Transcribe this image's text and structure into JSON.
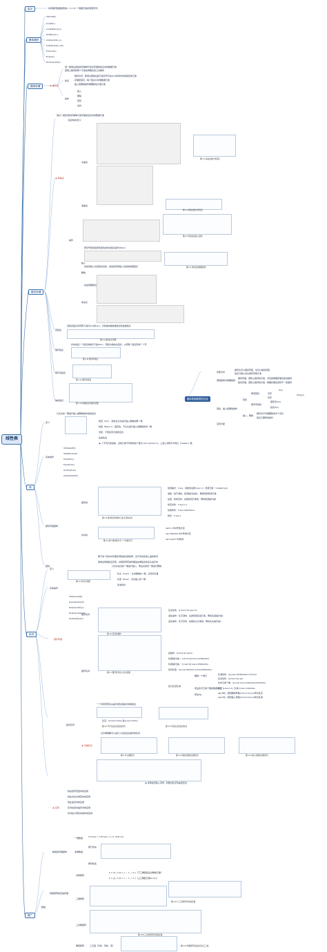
{
  "root": "线性表",
  "branches": {
    "definition": {
      "label": "定义",
      "items": [
        "具有相同数据类型的n（n>=0）个数据元素的有限序列"
      ]
    },
    "basic_ops": {
      "label": "基本操作",
      "items": [
        "InitList(&L)",
        "Length(L)",
        "LocateElem(L,e)",
        "GetElem(L,i)",
        "ListInsert(&L,i,e)",
        "ListDelete(&L,i,&e)",
        "PrintList(L)",
        "Empty(L)",
        "DestroyList(&L)"
      ]
    },
    "seq_storage": {
      "label": "顺序存储",
      "sub": "★ 顺序表",
      "intro": [
        "用一组地址连续的存储单元依次存储线性表中的数据元素",
        "逻辑上相邻的两个元素在物理位置上也相邻"
      ],
      "features_label": "特点",
      "features": [
        "随机访问，即通过首地址和元素序号可在O(1)时间内找到指定的元素",
        "存储密度高，每个结点只存储数据元素",
        "插入和删除操作需要移动大量元素"
      ],
      "ops_label": "操作",
      "ops": [
        "插入",
        "删除",
        "查找",
        "合并"
      ]
    },
    "linked_storage": {
      "label": "链式存储",
      "intro": "通过一组任意的存储单元来存储线性表中的数据元素",
      "singly": {
        "label": "★ 单链表",
        "def": "结点构成/定义",
        "create_head": "头插法",
        "create_tail": "尾插法",
        "ops_label": "操作",
        "lookup": "按序号查找和按值查找的时间复杂度均为O(n)",
        "insert": "插入",
        "insert_note": "先检查插入位置的合法性，然后找到待插入位置的前驱结点",
        "delete": "删除",
        "delete_note": "先检查删除位置的合法性，再找到被删除结点的前驱结点",
        "table_len": "求表长",
        "table_len_note": "遍历链表并计数",
        "fig_caption_1": "图 2-3 头插法建立单链表",
        "fig_caption_2": "图 2-4 尾插法建立单链表",
        "fig_caption_3": "图 2-5 单链表的插入操作",
        "fig_caption_4": "图 2-6 单链表的删除操作"
      },
      "doubly": {
        "label": "双链表",
        "note": "双链表结点中有两个指针prior和next，分别指向其前驱结点和后继结点",
        "caption": "图 2-9 双链表示意图"
      },
      "circular": {
        "label": "循环链表",
        "note": "表中最后一个结点的指针不是NULL，而改为指向头结点，从而整个链表形成一个环",
        "caption": "图 2-11 循环单链表"
      },
      "circular_doubly": {
        "label": "循环双链表",
        "caption": "图 2-12 循环双链表"
      },
      "static": {
        "label": "静态链表",
        "caption": "图 2-13 静态链表存储示意图"
      }
    },
    "comparison": {
      "label": "顺序表和链表的比较",
      "rows": [
        {
          "k": "存取方式",
          "v": [
            "顺序表可以顺序存取，也可以随机存取",
            "链表只能从表头顺序存取元素"
          ]
        },
        {
          "k": "逻辑结构与物理结构",
          "v": [
            "顺序存储，逻辑上相邻的元素，对应的物理存储位置也相邻",
            "链式存储，逻辑上相邻的元素，物理存储位置则不一定相邻"
          ]
        },
        {
          "k": "查找、插入和删除操作",
          "v": [
            "查找",
            "按值查找",
            "无序",
            "O(n)",
            "有序",
            "O(log₂n)",
            "按序号查找",
            "顺序表O(1)",
            "链表O(n)",
            "插入、删除",
            "顺序表平均需要移动半个表长",
            "链表只需修改指针"
          ]
        },
        {
          "k": "空间分配",
          "v": []
        }
      ]
    },
    "stack": {
      "label": "栈",
      "def_label": "定义",
      "def": "只允许在一端进行插入或删除操作的线性表",
      "terms": [
        "栈顶（Top）：线性表允许进行插入删除的那一端",
        "栈底（Bottom）：固定的，不允许进行插入和删除的另一端",
        "空栈：不含任何元素的空表"
      ],
      "feature": "后进先出",
      "catalan": "★ 个不同元素进栈，出栈元素不同排列的个数为 (1/(n+1))C(2n,n)，上述公式称为卡特兰（Catalan）数",
      "ops_label": "基本操作",
      "ops": [
        "InitStack(&S)",
        "StackEmpty(S)",
        "Push(&S,x)",
        "Pop(&S,&x)",
        "GetTop(S,&x)",
        "ClearStack(&S)"
      ],
      "seq_label": "顺序栈",
      "seq_items": [
        "栈顶指针：S.top，初始时设置S.top=-1；栈顶元素：S.data[S.top]",
        "进栈：栈不满时，栈顶指针先加1，再送值到栈顶元素",
        "出栈：栈非空时，先取栈顶元素值，再将栈顶指针减1",
        "栈空条件：S.top==-1",
        "栈满条件：S.top==MaxSize-1",
        "栈长：S.top+1"
      ],
      "shared_label": "共享栈",
      "shared_items": [
        "top0=-1 时0号栈为空",
        "top1=MaxSize 时1号栈为空",
        "top1-top0=1 时栈满"
      ],
      "seq_caption": "图 3-3 栈顶指针和栈中元素之间的关系",
      "shared_caption": "图 3-4 两个顺序栈共享一个存储空间",
      "linked_label": "链栈",
      "linked_items": [
        "便于多个栈共享存储空间和提高其效率，且不存在栈满上溢的情况",
        "通常采用单链表实现，并规定所有操作都是在单链表的表头进行的"
      ],
      "storage_label": "顺序存储结构"
    },
    "queue": {
      "label": "队列",
      "def_label": "定义",
      "def": "只允许在表的一端进行插入，而在表的另一端进行删除",
      "terms": [
        "队头（Front）：允许删除的一端，又称为队首",
        "队尾（Rear）：允许插入的一端"
      ],
      "feature": "先进先出",
      "fig_caption": "图 3-5 队列示意图",
      "ops_label": "基本操作",
      "ops": [
        "InitQueue(&Q)",
        "QueueEmpty(Q)",
        "EnQueue(&Q,x)",
        "DeQueue(&Q,&x)",
        "GetHead(Q,&x)"
      ],
      "seq_label": "顺序存储",
      "seq_queue": "顺序队列",
      "seq_items": [
        "队空条件：Q.front==Q.rear==0",
        "进队操作：队不满时，先送值到队尾元素，再将队尾指针加1",
        "出队操作：队不空时，先取队头元素值，再将队头指针加1"
      ],
      "circular_queue": "循环队列",
      "circ_items": [
        "初始时：Q.front=Q.rear=0",
        "队首指针进1：Q.front=(Q.front+1)%MaxSize",
        "队尾指针进1：Q.rear=(Q.rear+1)%MaxSize",
        "队列长度：(Q.rear+MaxSize-Q.front)%MaxSize"
      ],
      "full_label": "区分队空队满",
      "full_items": [
        "牺牲一个单元",
        "队满条件：(Q.rear+1)%MaxSize==Q.front",
        "队空条件：Q.front==Q.rear",
        "队中元素个数：(Q.rear-Q.front+MaxSize)%MaxSize",
        "增设表示元素个数的数据成员",
        "队空 Q.size==0；队满 Q.size==MaxSize",
        "增设tag",
        "tag=0时，若因删除导致Q.front==Q.rear则为队空",
        "tag=1时，若因插入导致Q.front==Q.rear则为队满"
      ],
      "seq_caption": "图 3-6 队列的操作",
      "circ_caption": "图 3-7 循环队列出入队示意图",
      "linked_label": "链式队列",
      "linked_items": [
        "一个同时带有队头指针和队尾指针的单链表",
        "队空：Q.front==NULL且Q.rear==NULL"
      ],
      "linked_caption": "图 3-8 不带头结点的链式队列",
      "linked_caption2": "图 3-9 带头结点的链式队列",
      "deque_label": "★ 双端队列",
      "deque_note": "允许两端都可以进行入队和出队操作的队列",
      "deque_captions": [
        "图 3-10 双端队列",
        "图 3-11 输出受限的双端队列",
        "图 3-12 输入受限的双端队列"
      ],
      "deque_note2": "★ 考到给定输入序列，判断出队序列是否合法",
      "apps_label": "★ 应用",
      "apps": [
        "栈在括号匹配中的应用",
        "栈在表达式求值中的应用",
        "栈在递归中的应用",
        "队列在层次遍历中的应用",
        "队列在计算机系统中的应用"
      ]
    },
    "extension": {
      "label": "推广",
      "sub": "数组",
      "def_label": "数组的存储结构",
      "one_dim": "一维数组",
      "one_formula": "LOC(aᵢ) = LOC(a₀) + i×L (0≤i<n)",
      "multi_dim": "多维数组",
      "row_major": "按行优先",
      "col_major": "按列优先",
      "compress_label": "特殊矩阵的压缩存储",
      "symmetric": "对称矩阵",
      "sym_formula": [
        "k = i(i−1)/2 + j − 1，i ≥ j（下三角区和主对角线元素）",
        "k = j(j−1)/2 + i − 1，i < j（上三角区元素aᵢⱼ=aⱼᵢ）"
      ],
      "triangular": "三角矩阵",
      "tri_caption": "图 3-23 上三角矩阵的压缩存储",
      "tridiagonal": "三对角矩阵",
      "tridiag_caption": "图 3-25 三对角矩阵的压缩存储",
      "sparse": "稀疏矩阵",
      "sparse_note": "三元组（行标，列标，值）",
      "sparse_caption": "图 3-27 稀疏矩阵及其对应的三元组"
    }
  }
}
